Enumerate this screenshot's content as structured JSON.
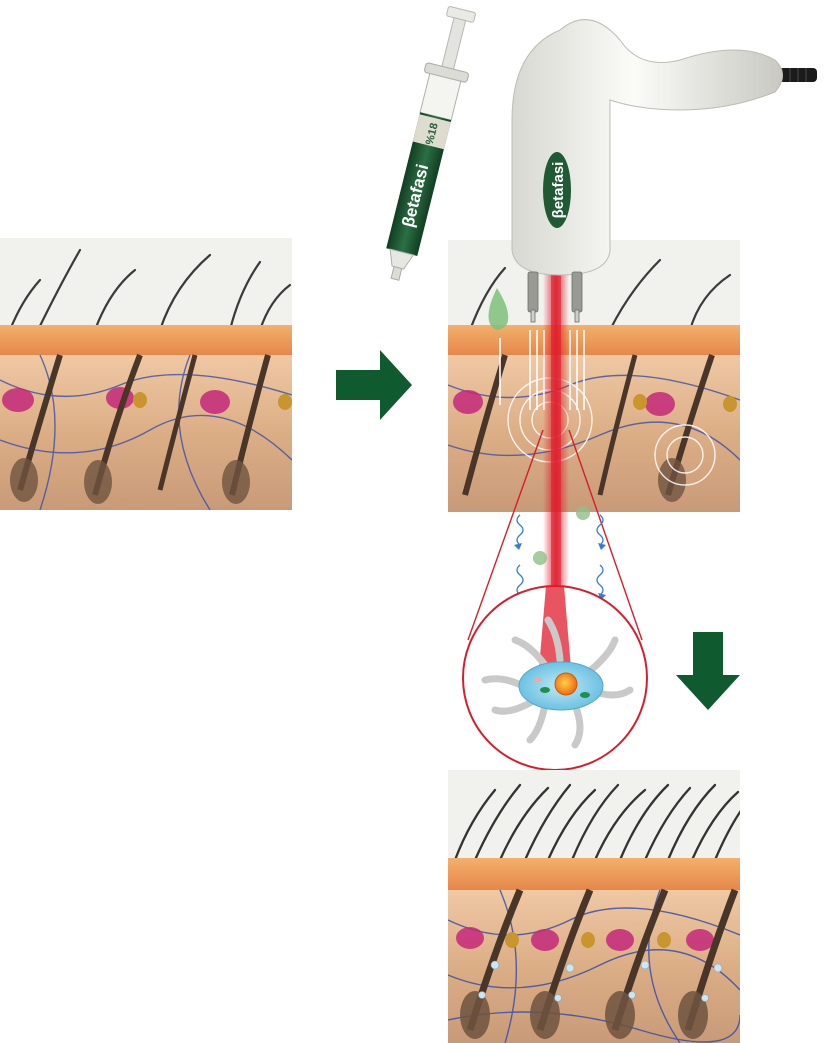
{
  "brand": {
    "device_label": "βetafasi",
    "syringe_label": "βetafasi",
    "syringe_small_text": "%18"
  },
  "colors": {
    "arrow_green": "#0f5a2e",
    "beam_red": "#e01b2b",
    "epidermis_orange": "#f0a060",
    "dermis_tan": "#d9b18a",
    "gland_magenta": "#c4287a",
    "vessel_blue": "#3a4fa6",
    "drop_green": "#7fbf7a",
    "cell_blue": "#8ad0ea",
    "nucleus_orange": "#f07a1a",
    "syringe_green": "#1f5a34",
    "device_white": "#f2f2ef"
  },
  "panels": [
    "skin-before",
    "skin-treatment",
    "skin-after"
  ],
  "icons": [
    "arrow-right-icon",
    "arrow-down-icon"
  ]
}
